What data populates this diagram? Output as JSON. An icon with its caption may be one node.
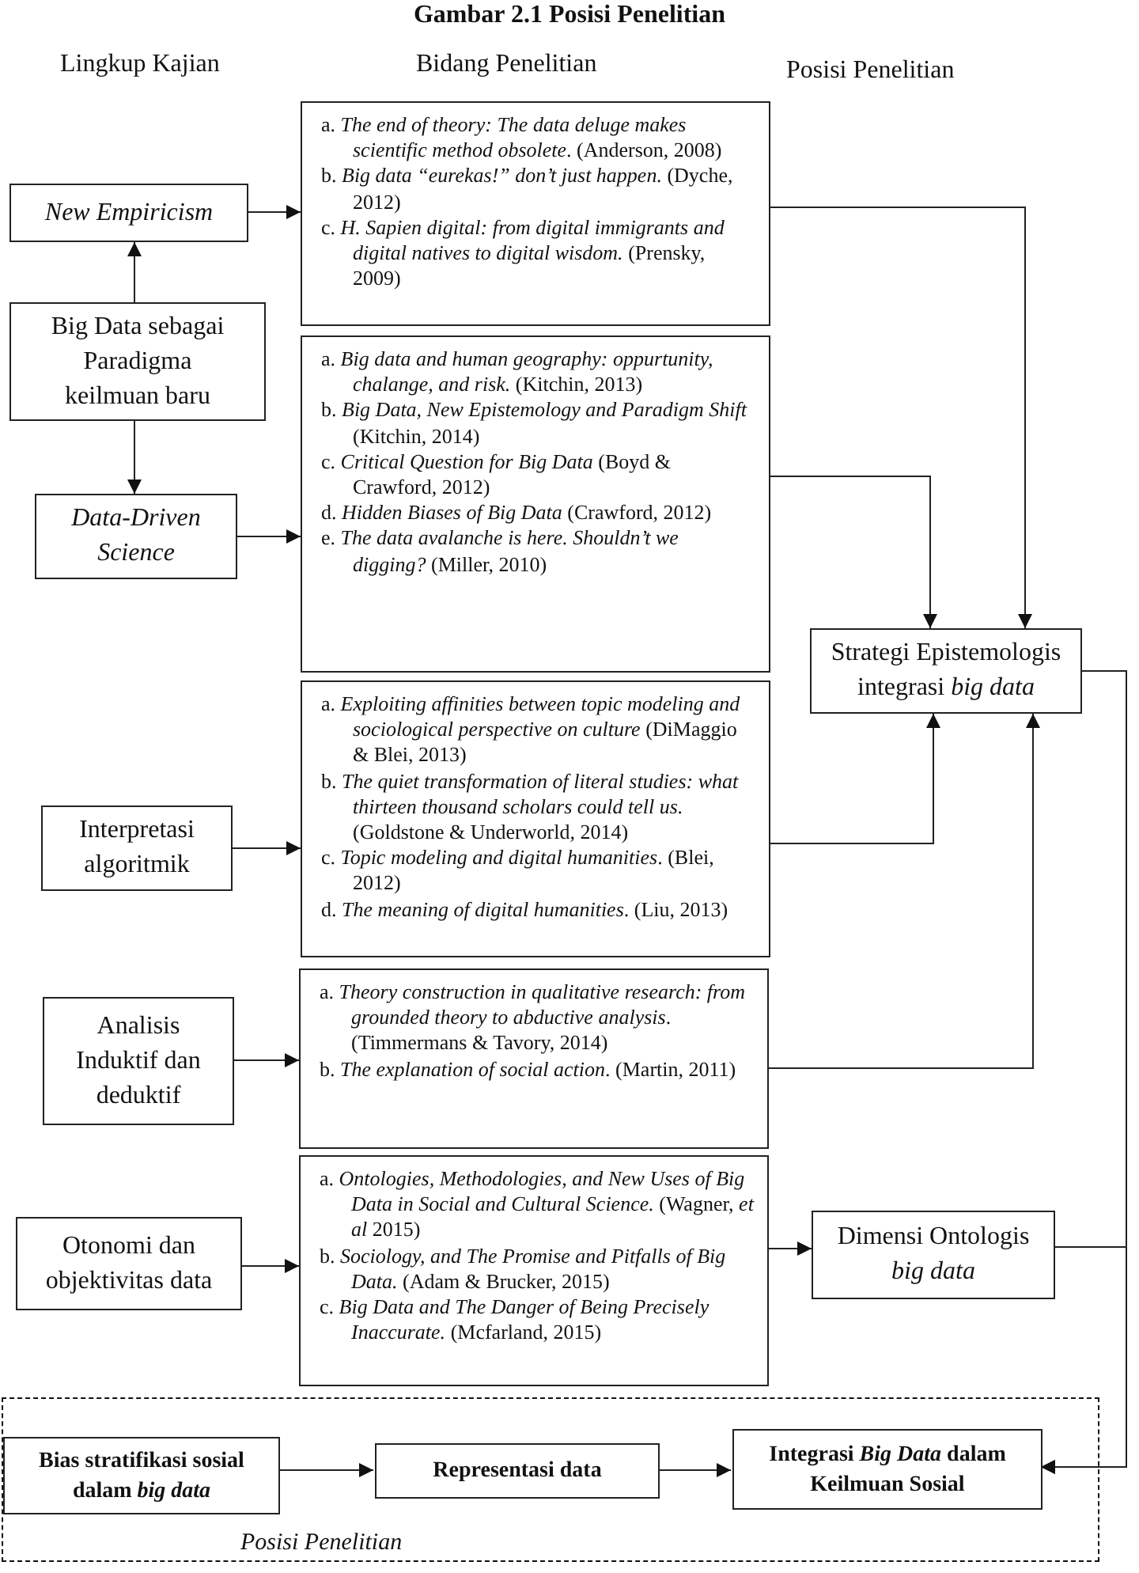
{
  "diagram": {
    "title": "Gambar 2.1 Posisi Penelitian",
    "nodes": [
      {
        "text": [
          "New Empiricism"
        ]
      },
      {
        "text": [
          "Big Data sebagai Paradigma keilmuan baru"
        ]
      },
      {
        "text": [
          "Data-Driven Science"
        ]
      },
      {
        "text": [
          "Interpretasi algoritmik"
        ]
      },
      {
        "text": [
          "Analisis Induktif dan deduktif"
        ]
      },
      {
        "text": [
          "Otonomi dan objektivitas data"
        ]
      },
      {
        "text": [
          "a. *The end of theory: The data deluge makes scientific method obsolete*. (Anderson, 2008)",
          "b. *Big data “eurekas!” don’t just happen.* (Dyche, 2012)",
          "c. *H. Sapien digital: from digital immigrants and digital natives to digital wisdom.* (Prensky, 2009)"
        ]
      },
      {
        "text": [
          "a. *Big data and human geography: oppurtunity, chalange, and risk.* (Kitchin, 2013)",
          "b. *Big Data, New Epistemology and Paradigm Shift* (Kitchin, 2014)",
          "c. *Critical Question for Big Data* (Boyd & Crawford, 2012)",
          "d. *Hidden Biases of Big Data* (Crawford, 2012)",
          "e. *The data avalanche is here. Shouldn’t we digging?* (Miller, 2010)"
        ]
      },
      {
        "text": [
          "a. *Exploiting affinities between topic modeling and sociological perspective on culture* (DiMaggio & Blei, 2013)",
          "b. *The quiet transformation of literal studies: what thirteen thousand scholars could tell us.* (Goldstone & Underworld, 2014)",
          "c. *Topic modeling and digital humanities*. (Blei, 2012)",
          "d. *The meaning of digital humanities*. (Liu, 2013)"
        ]
      },
      {
        "text": [
          "a. *Theory construction in qualitative research: from grounded theory to abductive analysis*. (Timmermans & Tavory, 2014)",
          "b. *The explanation of social action*. (Martin, 2011)"
        ]
      },
      {
        "text": [
          "a. *Ontologies, Methodologies, and New Uses of Big Data in Social and Cultural Science.* (Wagner, *et al* 2015)",
          "b. *Sociology, and The Promise and Pitfalls of Big Data.* (Adam & Brucker, 2015)",
          "c. *Big Data and The Danger of Being Precisely Inaccurate.* (Mcfarland, 2015)"
        ]
      },
      {
        "text": [
          "Strategi Epistemologis integrasi *big data*"
        ]
      },
      {
        "text": [
          "Dimensi Ontologis *big data*"
        ]
      },
      {
        "text": [
          "Posisi Penelitian"
        ]
      },
      {
        "text": [
          "Bias stratifikasi sosial dalam *big data*"
        ],
        "in": 13
      },
      {
        "text": [
          "Representasi data"
        ],
        "in": 13
      },
      {
        "text": [
          "Integrasi *Big Data* dalam Keilmuan Sosial"
        ],
        "in": 13
      }
    ],
    "edges": [
      {
        "from": 1,
        "to": 0,
        "arrow": "to"
      },
      {
        "from": 1,
        "to": 2,
        "arrow": "to"
      },
      {
        "from": 0,
        "to": 6,
        "arrow": "to"
      },
      {
        "from": 2,
        "to": 7,
        "arrow": "to"
      },
      {
        "from": 3,
        "to": 8,
        "arrow": "to"
      },
      {
        "from": 4,
        "to": 9,
        "arrow": "to"
      },
      {
        "from": 5,
        "to": 10,
        "arrow": "to"
      },
      {
        "from": 6,
        "to": 11,
        "arrow": "to"
      },
      {
        "from": 7,
        "to": 11,
        "arrow": "to"
      },
      {
        "from": 8,
        "to": 11,
        "arrow": "to"
      },
      {
        "from": 9,
        "to": 11,
        "arrow": "to"
      },
      {
        "from": 10,
        "to": 12,
        "arrow": "to"
      },
      {
        "from": 11,
        "to": 16,
        "arrow": "to"
      },
      {
        "from": 12,
        "to": 16,
        "arrow": "to"
      },
      {
        "from": 14,
        "to": 15,
        "arrow": "to"
      },
      {
        "from": 15,
        "to": 16,
        "arrow": "to"
      }
    ],
    "labels": [
      "Lingkup Kajian",
      "Bidang Penelitian",
      "Posisi Penelitian"
    ]
  }
}
